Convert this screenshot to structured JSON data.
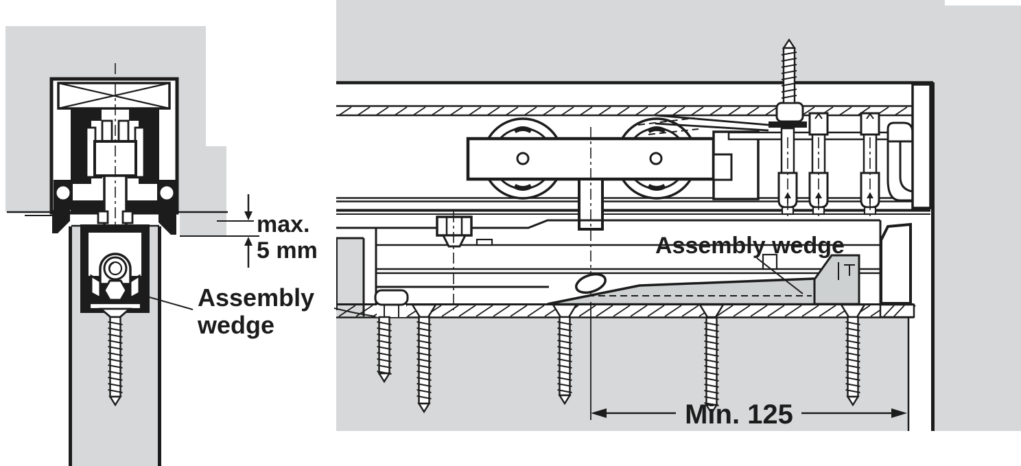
{
  "figure": {
    "views": {
      "cross_section": {
        "dimension": {
          "line1": "max.",
          "line2": "5 mm"
        },
        "callout": {
          "line1": "Assembly",
          "line2": "wedge"
        }
      },
      "side_view": {
        "callout": "Assembly wedge",
        "dimension": "Min. 125"
      }
    },
    "colors": {
      "panel_gray": "#d6d8d9",
      "wedge_gray": "#cdd1d2",
      "line_color": "#1c1c1c",
      "background": "#ffffff"
    }
  }
}
